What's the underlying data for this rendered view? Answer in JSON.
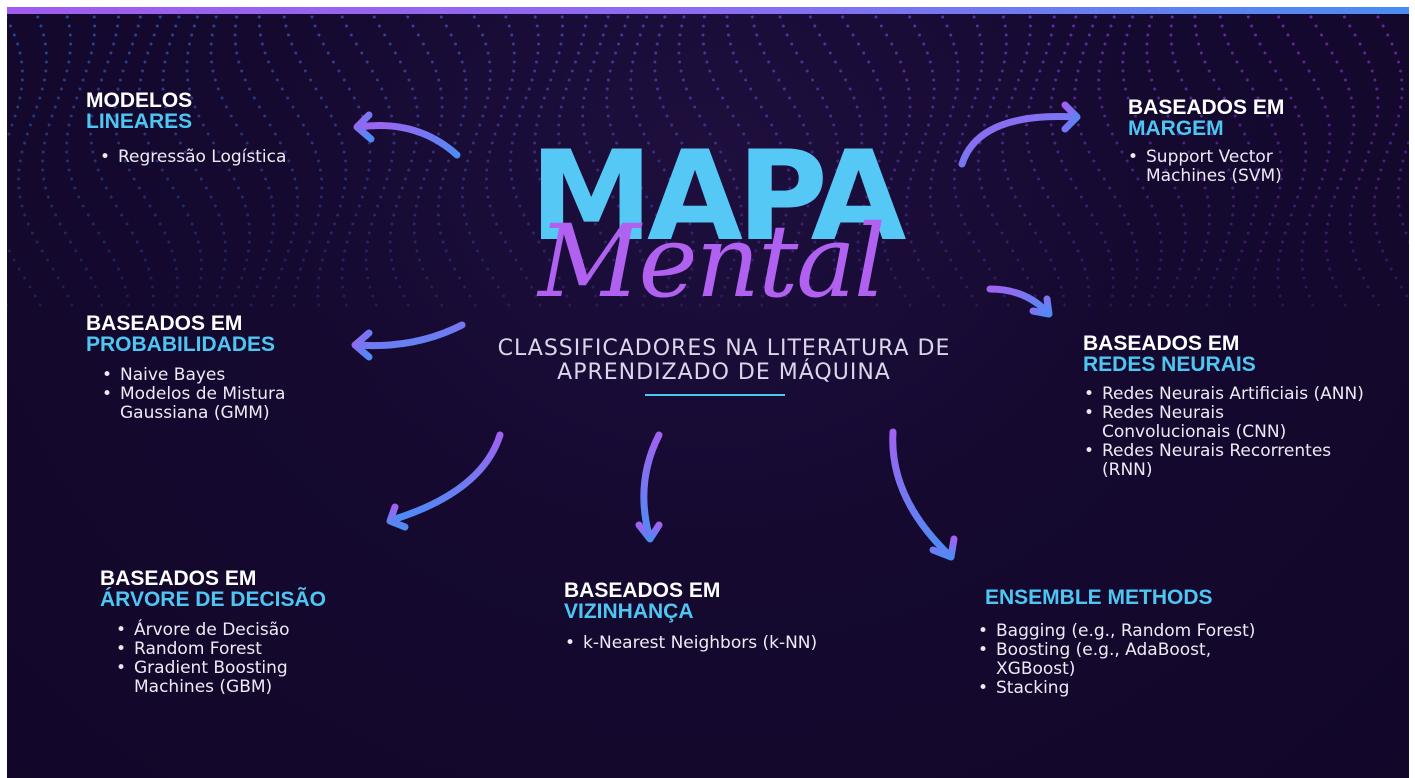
{
  "title": {
    "line1": "MAPA",
    "line2": "Mental"
  },
  "subtitle": "CLASSIFICADORES NA LITERATURA DE APRENDIZADO DE MÁQUINA",
  "colors": {
    "accent_blue": "#4fc6f2",
    "accent_purple": "#b061f0",
    "background": "#150930"
  },
  "nodes": {
    "lineares": {
      "h1": "MODELOS",
      "h2": "LINEARES",
      "items": [
        "Regressão Logística"
      ]
    },
    "margem": {
      "h1": "BASEADOS EM",
      "h2": "MARGEM",
      "items": [
        "Support Vector Machines (SVM)"
      ]
    },
    "probabilidades": {
      "h1": "BASEADOS EM",
      "h2": "PROBABILIDADES",
      "items": [
        "Naive Bayes",
        "Modelos de Mistura Gaussiana (GMM)"
      ]
    },
    "redes": {
      "h1": "BASEADOS EM",
      "h2": "REDES NEURAIS",
      "items": [
        "Redes Neurais Artificiais (ANN)",
        "Redes Neurais Convolucionais (CNN)",
        "Redes Neurais Recorrentes (RNN)"
      ]
    },
    "arvore": {
      "h1": "BASEADOS EM",
      "h2": "ÁRVORE DE DECISÃO",
      "items": [
        "Árvore de Decisão",
        "Random Forest",
        "Gradient Boosting Machines (GBM)"
      ]
    },
    "vizinhanca": {
      "h1": "BASEADOS EM",
      "h2": "VIZINHANÇA",
      "items": [
        "k-Nearest Neighbors (k-NN)"
      ]
    },
    "ensemble": {
      "h2": "ENSEMBLE METHODS",
      "items": [
        "Bagging (e.g., Random Forest)",
        "Boosting (e.g., AdaBoost, XGBoost)",
        "Stacking"
      ]
    }
  }
}
